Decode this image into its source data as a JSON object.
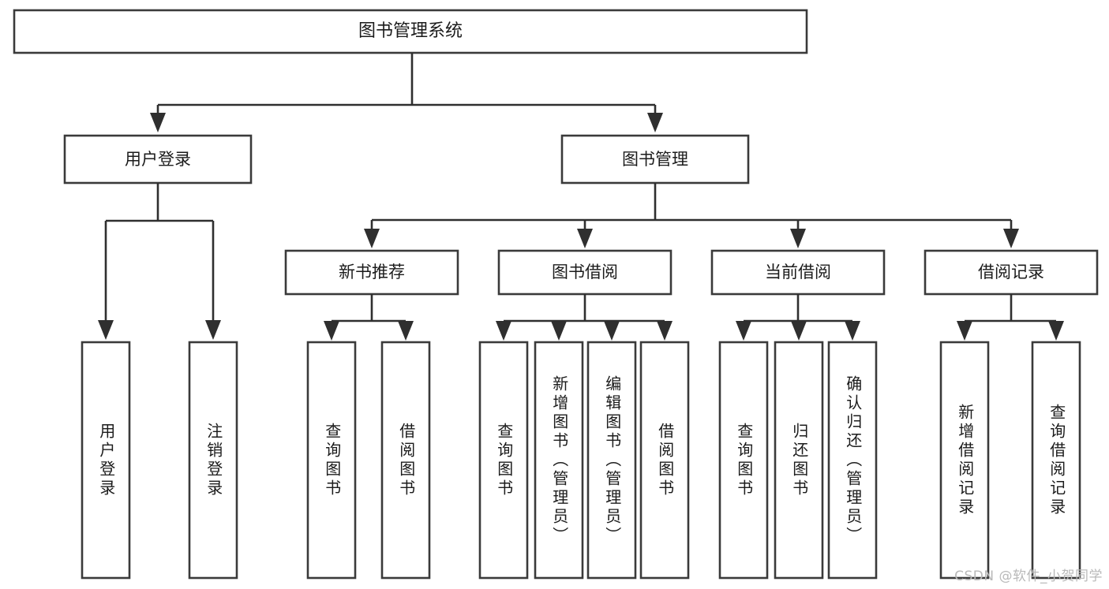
{
  "diagram": {
    "type": "tree-hierarchy",
    "title": "图书管理系统",
    "watermark": "CSDN @软件_小贺同学",
    "colors": {
      "box_stroke": "#3a3a3a",
      "box_fill": "#ffffff",
      "connector": "#2f2f2f",
      "text": "#1b1b1b",
      "watermark": "#b9b9b9",
      "background": "#ffffff"
    },
    "nodes": {
      "root": {
        "label": "图书管理系统"
      },
      "level2": [
        {
          "id": "user-login",
          "label": "用户登录"
        },
        {
          "id": "book-manage",
          "label": "图书管理"
        }
      ],
      "level3": [
        {
          "id": "new-book-recommend",
          "label": "新书推荐"
        },
        {
          "id": "book-borrow",
          "label": "图书借阅"
        },
        {
          "id": "current-borrow",
          "label": "当前借阅"
        },
        {
          "id": "borrow-record",
          "label": "借阅记录"
        }
      ],
      "leaves": {
        "user_login": [
          {
            "id": "leaf-user-login",
            "label": "用户登录"
          },
          {
            "id": "leaf-logout",
            "label": "注销登录"
          }
        ],
        "new_book_recommend": [
          {
            "id": "leaf-query-book-1",
            "label": "查询图书"
          },
          {
            "id": "leaf-borrow-book-1",
            "label": "借阅图书"
          }
        ],
        "book_borrow": [
          {
            "id": "leaf-query-book-2",
            "label": "查询图书"
          },
          {
            "id": "leaf-add-book",
            "label": "新增图书（管理员）"
          },
          {
            "id": "leaf-edit-book",
            "label": "编辑图书（管理员）"
          },
          {
            "id": "leaf-borrow-book-2",
            "label": "借阅图书"
          }
        ],
        "current_borrow": [
          {
            "id": "leaf-query-book-3",
            "label": "查询图书"
          },
          {
            "id": "leaf-return-book",
            "label": "归还图书"
          },
          {
            "id": "leaf-confirm-return",
            "label": "确认归还（管理员）"
          }
        ],
        "borrow_record": [
          {
            "id": "leaf-add-record",
            "label": "新增借阅记录"
          },
          {
            "id": "leaf-query-record",
            "label": "查询借阅记录"
          }
        ]
      }
    },
    "edges": [
      {
        "from": "图书管理系统",
        "to": "用户登录"
      },
      {
        "from": "图书管理系统",
        "to": "图书管理"
      },
      {
        "from": "用户登录",
        "to": "用户登录"
      },
      {
        "from": "用户登录",
        "to": "注销登录"
      },
      {
        "from": "图书管理",
        "to": "新书推荐"
      },
      {
        "from": "图书管理",
        "to": "图书借阅"
      },
      {
        "from": "图书管理",
        "to": "当前借阅"
      },
      {
        "from": "图书管理",
        "to": "借阅记录"
      },
      {
        "from": "新书推荐",
        "to": "查询图书"
      },
      {
        "from": "新书推荐",
        "to": "借阅图书"
      },
      {
        "from": "图书借阅",
        "to": "查询图书"
      },
      {
        "from": "图书借阅",
        "to": "新增图书（管理员）"
      },
      {
        "from": "图书借阅",
        "to": "编辑图书（管理员）"
      },
      {
        "from": "图书借阅",
        "to": "借阅图书"
      },
      {
        "from": "当前借阅",
        "to": "查询图书"
      },
      {
        "from": "当前借阅",
        "to": "归还图书"
      },
      {
        "from": "当前借阅",
        "to": "确认归还（管理员）"
      },
      {
        "from": "借阅记录",
        "to": "新增借阅记录"
      },
      {
        "from": "借阅记录",
        "to": "查询借阅记录"
      }
    ]
  }
}
